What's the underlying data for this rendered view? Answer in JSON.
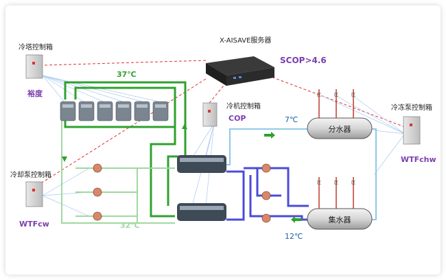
{
  "server": {
    "label": "X-AISAVE服务器",
    "scop": "SCOP>4.6"
  },
  "cooling_tower_box": {
    "label": "冷塔控制箱",
    "metric": "裕度"
  },
  "cooling_pump_box": {
    "label": "冷却泵控制箱",
    "metric": "WTFcw"
  },
  "chiller_box": {
    "label": "冷机控制箱",
    "metric": "COP"
  },
  "chilled_pump_box": {
    "label": "冷冻泵控制箱",
    "metric": "WTFchw"
  },
  "temps": {
    "tower_supply": "37℃",
    "tower_return": "32℃",
    "chw_supply": "7℃",
    "chw_return": "12℃"
  },
  "headers": {
    "supply": "分水器",
    "return": "集水器"
  },
  "zones": {
    "a": "区",
    "b": "区",
    "c": "区"
  },
  "colors": {
    "green": "#2fa12f",
    "light_green": "#9fd89f",
    "blue": "#4b4bd8",
    "light_blue": "#8fc8e8",
    "red_dash": "#e03030",
    "purple": "#7a3fb0"
  }
}
